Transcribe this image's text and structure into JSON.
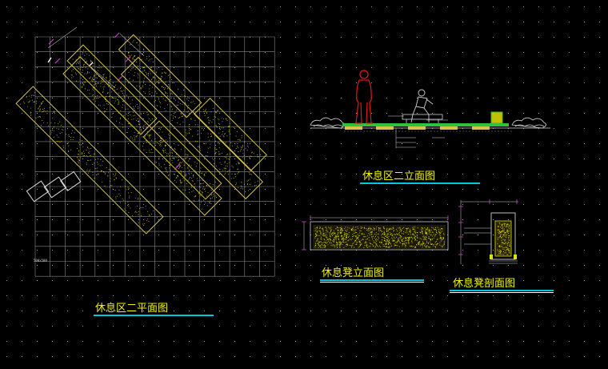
{
  "titles": {
    "plan": "休息区二平面图",
    "elevation": "休息区二立面图",
    "bench_elevation": "休息凳立面图",
    "bench_section": "休息凳剖面图"
  },
  "plan_scale_note": "500x500",
  "colors": {
    "background": "#000000",
    "grid": "#b8b8b8",
    "outline": "#d4c24a",
    "hatch": "#e6e000",
    "title": "#f2f200",
    "underline": "#00c8d8",
    "marker": "#d040d0",
    "figure_red": "#e01818",
    "grass_green": "#2fc23a"
  }
}
